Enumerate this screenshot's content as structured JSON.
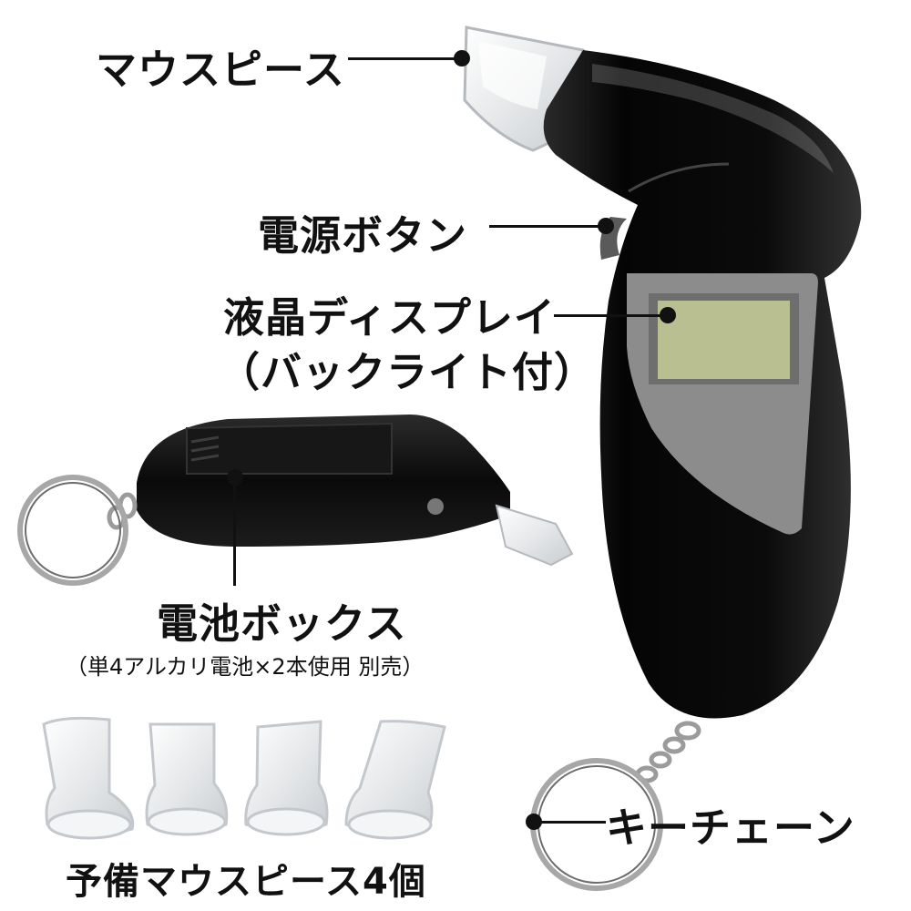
{
  "labels": {
    "mouthpiece": "マウスピース",
    "power_button": "電源ボタン",
    "lcd_line1": "液晶ディスプレイ",
    "lcd_line2": "（バックライト付）",
    "battery_box": "電池ボックス",
    "battery_note": "（単4アルカリ電池×2本使用 別売）",
    "keychain": "キーチェーン",
    "spare_mouthpieces": "予備マウスピース4個"
  },
  "colors": {
    "body": "#0c0c0c",
    "display_panel": "#8c8c8c",
    "lcd": "#b9bf90",
    "text": "#111111"
  }
}
